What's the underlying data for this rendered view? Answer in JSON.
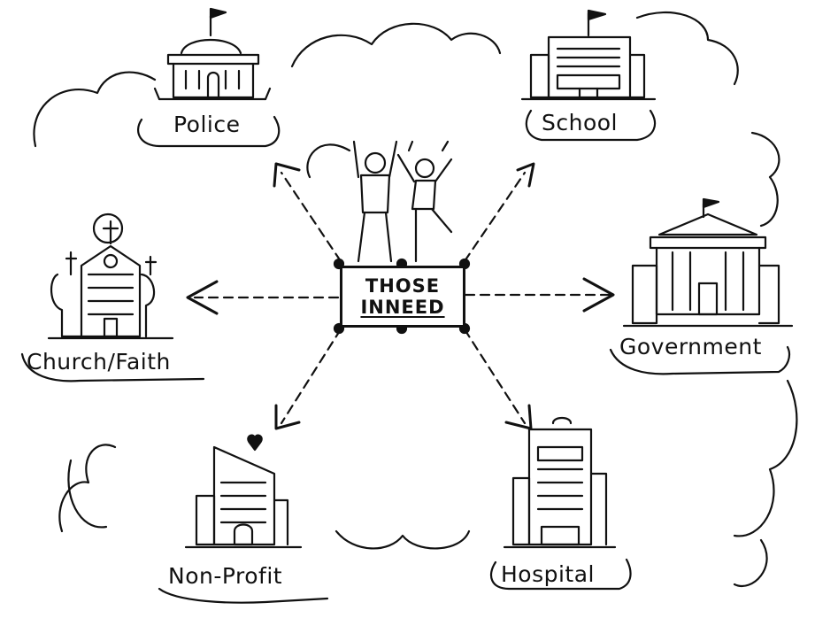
{
  "center": {
    "line1": "THOSE",
    "line2": "INNEED"
  },
  "nodes": {
    "police": "Police",
    "school": "School",
    "church": "Church/Faith",
    "government": "Government",
    "nonprofit": "Non-Profit",
    "hospital": "Hospital"
  },
  "ink_color": "#111111",
  "icons": {
    "people": "celebrating-people-icon",
    "police": "police-building-icon",
    "school": "school-building-icon",
    "church": "church-icon",
    "government": "government-building-icon",
    "nonprofit": "nonprofit-building-icon",
    "hospital": "hospital-building-icon"
  }
}
